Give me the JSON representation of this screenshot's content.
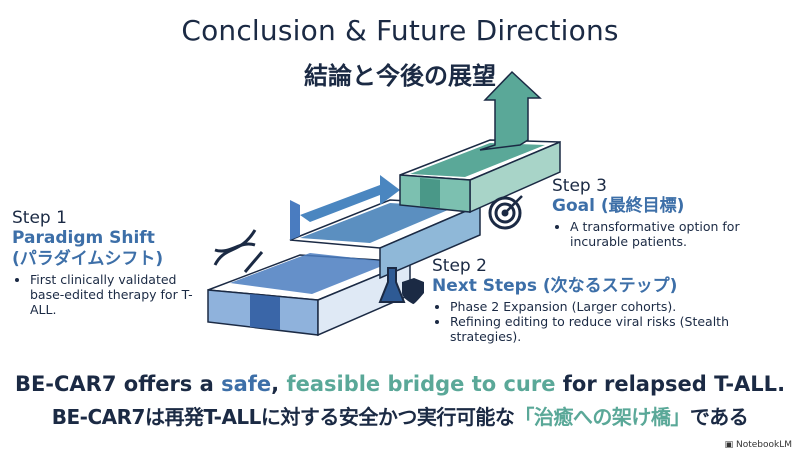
{
  "title": "Conclusion & Future Directions",
  "subtitle": "結論と今後の展望",
  "steps": [
    {
      "num": "Step 1",
      "heading": "Paradigm Shift",
      "heading_jp": "(パラダイムシフト)",
      "bullets": [
        "First clinically validated base-edited therapy for T-ALL."
      ],
      "icon": "dna-pencil-icon"
    },
    {
      "num": "Step 2",
      "heading": "Next Steps (次なるステップ)",
      "bullets": [
        "Phase 2 Expansion (Larger cohorts).",
        "Refining editing to reduce viral risks (Stealth strategies)."
      ],
      "icon": "flask-shield-icon"
    },
    {
      "num": "Step 3",
      "heading": "Goal (最終目標)",
      "bullets": [
        "A transformative option for incurable patients."
      ],
      "icon": "target-icon"
    }
  ],
  "conclusion_en": {
    "pre": "BE-CAR7 offers a ",
    "safe": "safe",
    "comma": ", ",
    "feasible": "feasible bridge to cure",
    "post": " for relapsed T-ALL."
  },
  "conclusion_jp": {
    "pre": "BE-CAR7は再発T-ALLに対する安全かつ実行可能な",
    "highlight": "「治癒への架け橋」",
    "post": "である"
  },
  "brand": "NotebookLM",
  "colors": {
    "navy": "#1b2a44",
    "blue": "#3d6fa8",
    "teal": "#5aa898"
  }
}
